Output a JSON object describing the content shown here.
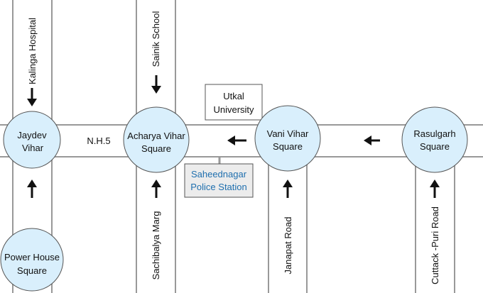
{
  "colors": {
    "node_fill": "#d9effc",
    "road": "#999999",
    "police_text": "#1f6fae",
    "police_fill": "#ececec"
  },
  "main_road": {
    "label": "N.H.5"
  },
  "nodes": [
    {
      "id": "jaydev",
      "line1": "Jaydev",
      "line2": "Vihar"
    },
    {
      "id": "acharya",
      "line1": "Acharya Vihar",
      "line2": "Square"
    },
    {
      "id": "vani",
      "line1": "Vani Vihar",
      "line2": "Square"
    },
    {
      "id": "rasulgarh",
      "line1": "Rasulgarh",
      "line2": "Square"
    },
    {
      "id": "powerhouse",
      "line1": "Power House",
      "line2": "Square"
    }
  ],
  "side_roads": {
    "kalinga": "Kalinga Hospital",
    "sainik": "Sainik School",
    "sachibalya": "Sachibalya Marg",
    "janapat": "Janapat Road",
    "cuttack": "Cuttack -Puri Road"
  },
  "landmarks": {
    "utkal": {
      "line1": "Utkal",
      "line2": "University"
    },
    "police": {
      "line1": "Saheednagar",
      "line2": "Police Station"
    }
  },
  "arrows": [
    {
      "name": "arrow-kalinga-down",
      "direction": "down"
    },
    {
      "name": "arrow-sainik-down",
      "direction": "down"
    },
    {
      "name": "arrow-powerhouse-up",
      "direction": "up"
    },
    {
      "name": "arrow-sachibalya-up",
      "direction": "up"
    },
    {
      "name": "arrow-janapat-up",
      "direction": "up"
    },
    {
      "name": "arrow-cuttack-up",
      "direction": "up"
    },
    {
      "name": "arrow-nh5-left-1",
      "direction": "left"
    },
    {
      "name": "arrow-nh5-left-2",
      "direction": "left"
    }
  ]
}
